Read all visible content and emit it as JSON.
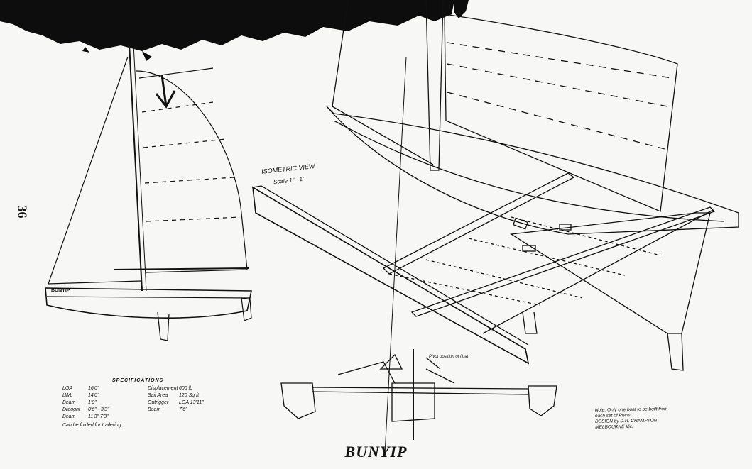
{
  "page_number": "36",
  "title": "BUNYIP",
  "isometric_view": {
    "label": "ISOMETRIC VIEW",
    "scale": "Scale 1\" - 1'"
  },
  "sail_plan": {
    "hull_name": "BUNYIP"
  },
  "specifications": {
    "heading": "SPECIFICATIONS",
    "left": [
      {
        "key": "LOA",
        "value": "16'0\""
      },
      {
        "key": "LWL",
        "value": "14'0\""
      },
      {
        "key": "Beam",
        "value": "1'0\""
      },
      {
        "key": "Draught",
        "value": "0'6\" - 3'3\""
      },
      {
        "key": "Beam",
        "value": "11'3\" 7'3\""
      }
    ],
    "right": [
      {
        "key": "Displacement",
        "value": "600 lb"
      },
      {
        "key": "Sail Area",
        "value": "120 Sq ft"
      },
      {
        "key": "Outrigger",
        "value": "LOA 13'11\""
      },
      {
        "key": "Beam",
        "value": "7'6\""
      }
    ],
    "note": "Can be folded for trailering."
  },
  "mast_note": "Pivot position of float",
  "design_note": {
    "lines": [
      "Note: Only one boat to be built from",
      "each set of Plans",
      "DESIGN  by  D.R. CRAMPTON",
      "MELBOURNE  Vic."
    ]
  },
  "colors": {
    "ink": "#111111",
    "paper": "#f7f7f5"
  }
}
